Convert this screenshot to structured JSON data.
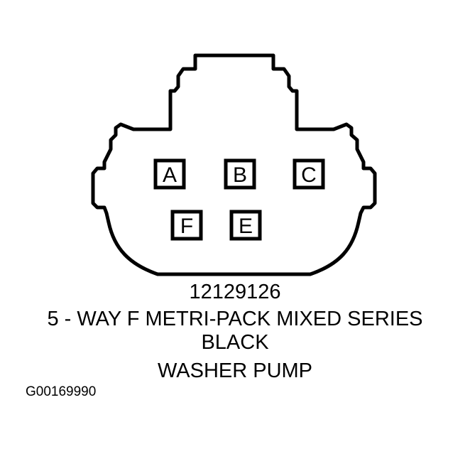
{
  "connector": {
    "pins": [
      {
        "label": "A"
      },
      {
        "label": "B"
      },
      {
        "label": "C"
      },
      {
        "label": "F"
      },
      {
        "label": "E"
      }
    ]
  },
  "captions": {
    "part_number": "12129126",
    "connector_type": "5 - WAY F METRI-PACK MIXED SERIES",
    "color": "BLACK",
    "usage": "WASHER PUMP"
  },
  "figure_id": "G00169990",
  "colors": {
    "line": "#000000",
    "background": "#ffffff"
  }
}
